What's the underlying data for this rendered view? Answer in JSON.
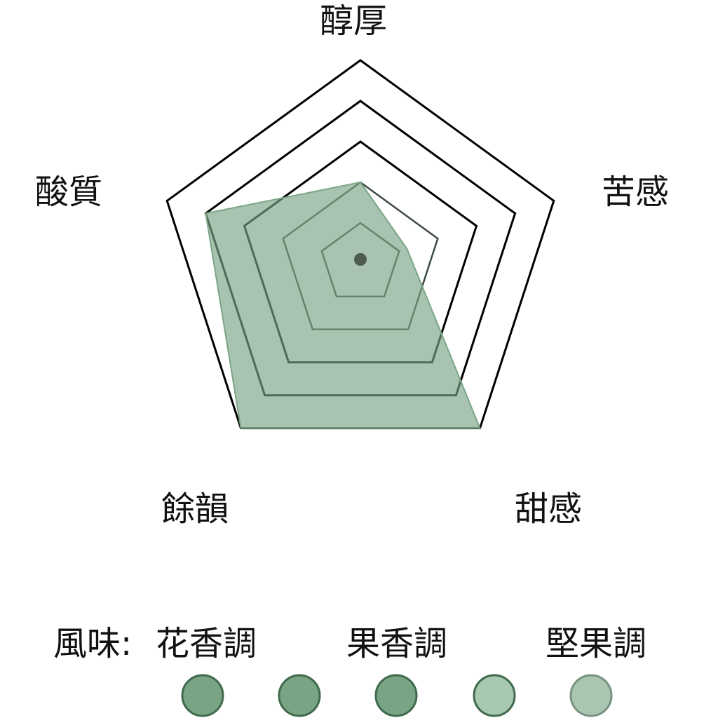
{
  "chart_data": {
    "type": "radar",
    "axes": [
      "醇厚",
      "苦感",
      "甜感",
      "餘韻",
      "酸質"
    ],
    "max": 5,
    "rings": 5,
    "values": [
      2,
      1.2,
      5,
      5,
      4
    ],
    "fill_color": "#7aa585",
    "fill_opacity": 0.65,
    "grid_color_outer": "#000000",
    "grid_color_inner": "#3d4a40",
    "center_dot_color": "#4d5a50"
  },
  "legend": {
    "prefix": "風味:",
    "labels": [
      "花香調",
      "果香調",
      "堅果調"
    ],
    "swatches": [
      {
        "fill": "#7aa585",
        "stroke": "#3f6a4c"
      },
      {
        "fill": "#7aa585",
        "stroke": "#3f6a4c"
      },
      {
        "fill": "#7aa585",
        "stroke": "#3f6a4c"
      },
      {
        "fill": "#a8c9b0",
        "stroke": "#3f6a4c"
      },
      {
        "fill": "#aac6b0",
        "stroke": "#7a9282"
      }
    ]
  }
}
